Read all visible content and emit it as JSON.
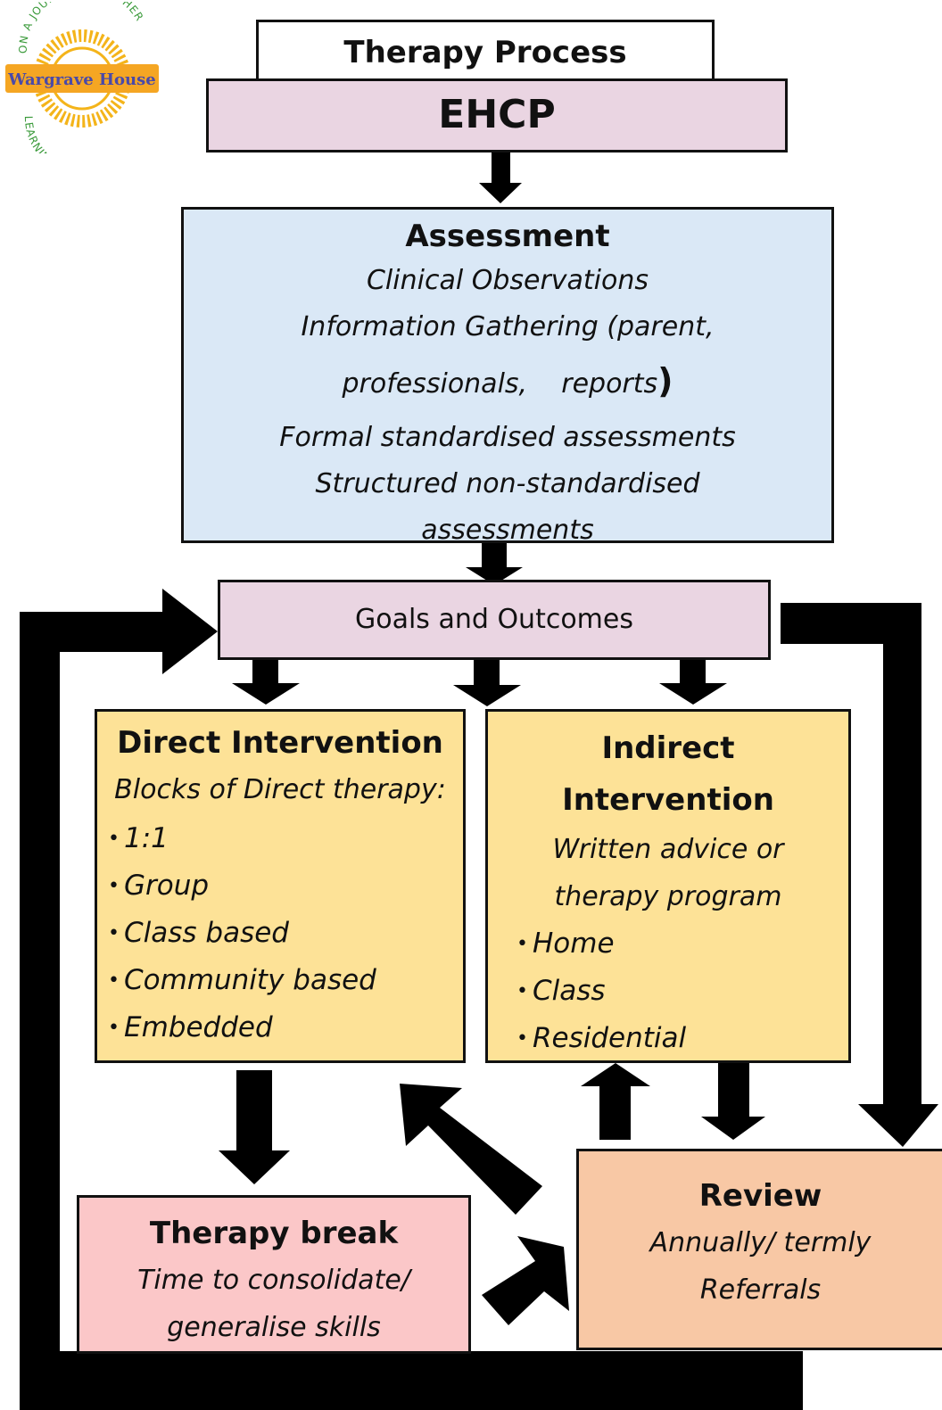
{
  "logo": {
    "name": "Wargrave House",
    "top_text": "ON A JOURNEY TOGETHER",
    "bottom_text": "LEARNING ABOUT LIFE",
    "colors": {
      "sun": "#f4b41a",
      "banner": "#f5a623",
      "text": "#4a4aa8",
      "ring_text": "#3a9a3a"
    }
  },
  "title": "Therapy Process",
  "ehcp": "EHCP",
  "assessment": {
    "heading": "Assessment",
    "lines": [
      "Clinical Observations",
      "Information Gathering (parent,",
      "professionals,",
      "reports",
      ")",
      "Formal standardised assessments",
      "Structured non-standardised",
      "assessments"
    ]
  },
  "goals": "Goals and Outcomes",
  "direct": {
    "heading": "Direct Intervention",
    "subtitle": "Blocks of Direct therapy:",
    "items": [
      "1:1",
      "Group",
      "Class based",
      "Community based",
      "Embedded"
    ]
  },
  "indirect": {
    "heading_line1": "Indirect",
    "heading_line2": "Intervention",
    "subtitle_line1": "Written advice or",
    "subtitle_line2": "therapy program",
    "items": [
      "Home",
      "Class",
      "Residential"
    ]
  },
  "therapy_break": {
    "heading": "Therapy break",
    "line1": "Time to consolidate/",
    "line2": "generalise skills"
  },
  "review": {
    "heading": "Review",
    "line1": "Annually/ termly",
    "line2": "Referrals"
  },
  "colors": {
    "pink_box": "#ead5e2",
    "blue_box": "#dae8f6",
    "yellow_box": "#fde297",
    "red_box": "#fbc7c8",
    "orange_box": "#f8c8a5",
    "arrow": "#000000"
  }
}
